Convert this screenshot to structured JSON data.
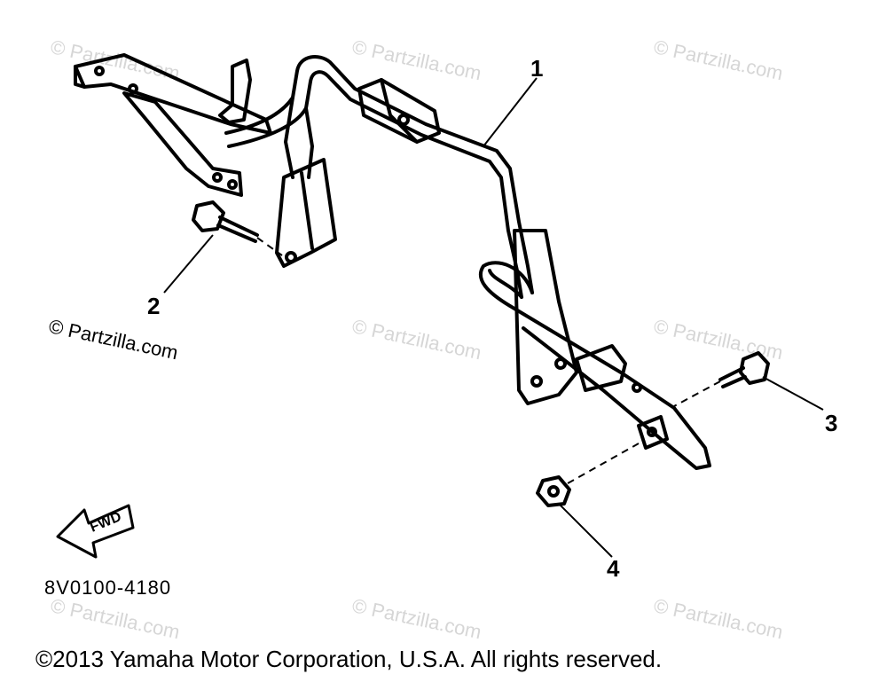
{
  "watermark": "© Partzilla.com",
  "side_watermark": "© Partzilla.com",
  "callouts": [
    {
      "label": "1"
    },
    {
      "label": "2"
    },
    {
      "label": "3"
    },
    {
      "label": "4"
    }
  ],
  "fwd_arrow_label": "FWD",
  "part_code": "8V0100-4180",
  "copyright": "©2013 Yamaha Motor Corporation, U.S.A. All rights reserved.",
  "icons": {
    "fwd_arrow": "fwd-arrow-icon"
  }
}
